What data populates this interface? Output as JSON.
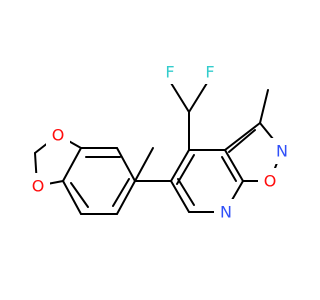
{
  "molecule": {
    "atoms": {
      "fluorine_left": "F",
      "fluorine_right": "F",
      "pyridine_nitrogen": "N",
      "isoxazole_nitrogen": "N",
      "isoxazole_oxygen": "O",
      "dioxole_oxygen_top": "O",
      "dioxole_oxygen_bottom": "O"
    },
    "colors": {
      "bond": "#000000",
      "fluorine": "#33cccc",
      "nitrogen": "#3050f8",
      "oxygen": "#ff0d0d"
    }
  }
}
